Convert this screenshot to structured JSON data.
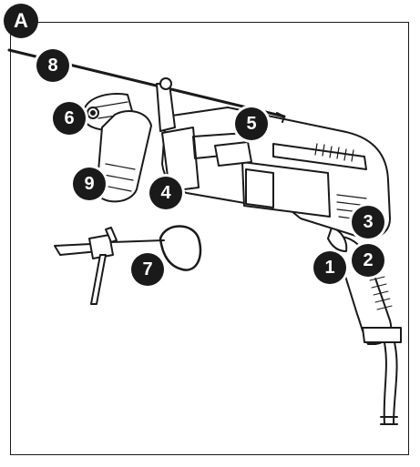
{
  "figure": {
    "label": "A"
  },
  "callouts": {
    "c1": "1",
    "c2": "2",
    "c3": "3",
    "c4": "4",
    "c5": "5",
    "c6": "6",
    "c7": "7",
    "c8": "8",
    "c9": "9"
  },
  "colors": {
    "ink": "#1a1a1a",
    "body": "#ffffff"
  }
}
